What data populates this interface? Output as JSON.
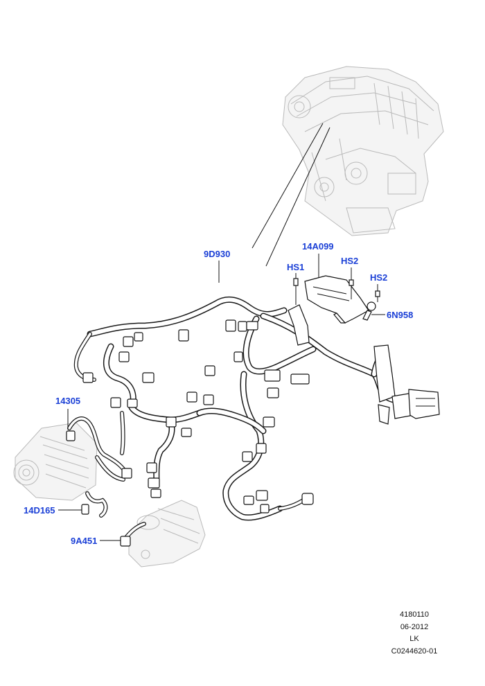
{
  "callouts": {
    "harness": "9D930",
    "shield": "14A099",
    "screw1": "HS1",
    "screw2": "HS2",
    "screw3": "HS2",
    "clip": "6N958",
    "alt_lead": "14305",
    "ground": "14D165",
    "starter_lead": "9A451"
  },
  "footer": {
    "line1": "4180110",
    "line2": "06-2012",
    "line3": "LK",
    "line4": "C0244620-01"
  },
  "colors": {
    "callout": "#1a3fd6",
    "ghost": "#b9b9b9",
    "line": "#111111"
  }
}
